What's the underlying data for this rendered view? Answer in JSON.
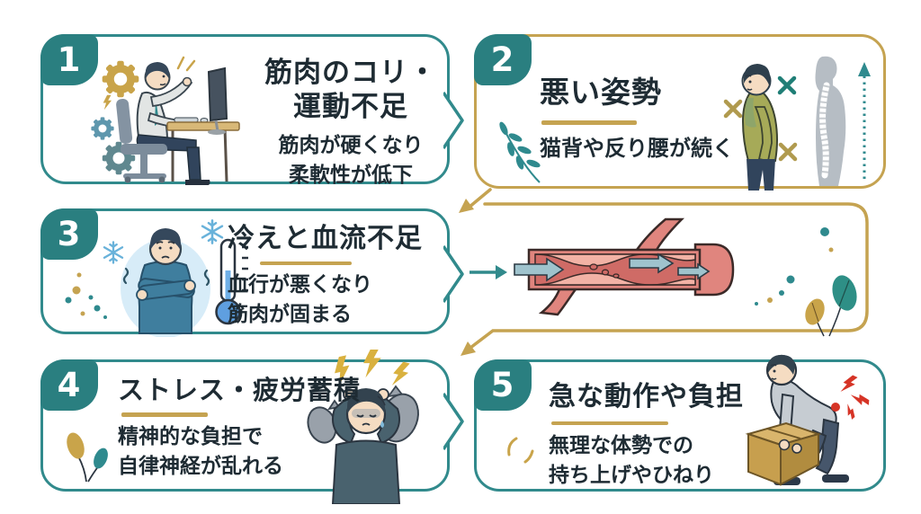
{
  "palette": {
    "teal_border": "#318a8c",
    "gold_accent": "#c5a351",
    "badge_fill": "#2a7f80",
    "text_ink": "#1e2b33",
    "vessel_red": "#e0857e",
    "flow_arrow_blue": "#9fc3cd",
    "background": "#ffffff"
  },
  "steps": [
    {
      "number": "1",
      "title_lines": [
        "筋肉のコリ・",
        "運動不足"
      ],
      "desc_lines": [
        "筋肉が硬くなり",
        "柔軟性が低下"
      ],
      "illustration": "desk-worker"
    },
    {
      "number": "2",
      "title_lines": [
        "悪い姿勢"
      ],
      "desc_lines": [
        "猫背や反り腰が続く"
      ],
      "illustration": "slouching-posture"
    },
    {
      "number": "3",
      "title_lines": [
        "冷えと血流不足"
      ],
      "desc_lines": [
        "血行が悪くなり",
        "筋肉が固まる"
      ],
      "illustration": "shivering-cold"
    },
    {
      "number": "4",
      "title_lines": [
        "ストレス・疲労蓄積"
      ],
      "desc_lines": [
        "精神的な負担で",
        "自律神経が乱れる"
      ],
      "illustration": "stressed-headache"
    },
    {
      "number": "5",
      "title_lines": [
        "急な動作や負担"
      ],
      "desc_lines": [
        "無理な体勢での",
        "持ち上げやひねり"
      ],
      "illustration": "lifting-box"
    }
  ],
  "center_illustration": "narrowed-blood-vessel",
  "decorations": [
    "gear-icon",
    "snowflake-icon",
    "thermometer-icon",
    "lightning-bolt-icon",
    "leaf-icon",
    "x-mark-icon",
    "spine-silhouette-icon",
    "dotted-up-arrow-icon"
  ]
}
